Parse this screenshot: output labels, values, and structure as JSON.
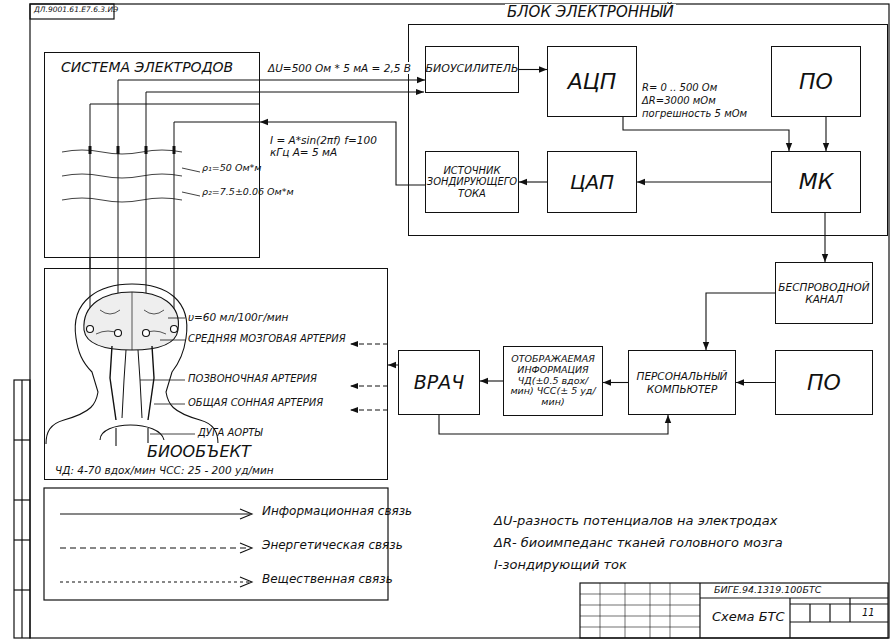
{
  "diagram": {
    "nodes": [
      {
        "text": [
          "БЛОК ЭЛЕКТРОННЫЙ"
        ]
      },
      {
        "text": [
          "БИОУСИЛИТЕЛЬ"
        ],
        "in": 0
      },
      {
        "text": [
          "АЦП"
        ],
        "in": 0
      },
      {
        "text": [
          "ПО"
        ],
        "in": 0
      },
      {
        "text": [
          "ИСТОЧНИК ЗОНДИРУЮЩЕГО ТОКА"
        ],
        "in": 0
      },
      {
        "text": [
          "ЦАП"
        ],
        "in": 0
      },
      {
        "text": [
          "МК"
        ],
        "in": 0
      },
      {
        "text": [
          "СИСТЕМА ЭЛЕКТРОДОВ"
        ]
      },
      {
        "text": [
          "БЕСПРОВОДНОЙ КАНАЛ"
        ]
      },
      {
        "text": [
          "БИООБЪЕКТ",
          "ЧД: 4-70 вдох/мин   ЧСС: 25 - 200 уд/мин"
        ]
      },
      {
        "text": [
          "ВРАЧ"
        ]
      },
      {
        "text": [
          "ОТОБРАЖАЕМАЯ ИНФОРМАЦИЯ ЧД(±0.5 вдох/мин) ЧСС(± 5 уд/мин)"
        ]
      },
      {
        "text": [
          "ПЕРСОНАЛЬНЫЙ КОМПЬЮТЕР"
        ]
      },
      {
        "text": [
          "ПО"
        ]
      }
    ],
    "edges": [
      {
        "from": 1,
        "to": 2,
        "arrow": "to"
      },
      {
        "from": 2,
        "to": 6,
        "arrow": "to"
      },
      {
        "from": 3,
        "to": 6,
        "arrow": "to"
      },
      {
        "from": 6,
        "to": 5,
        "arrow": "to"
      },
      {
        "from": 5,
        "to": 4,
        "arrow": "to"
      },
      {
        "from": 7,
        "to": 1,
        "label": "ΔU=500 Ом * 5 мА = 2,5 В",
        "arrow": "to"
      },
      {
        "from": 4,
        "to": 7,
        "label": "I = A*sin(2πf) f=100 кГц A= 5 мА",
        "arrow": "to"
      },
      {
        "from": 7,
        "to": 9,
        "arrow": "none"
      },
      {
        "from": 6,
        "to": 8,
        "arrow": "to"
      },
      {
        "from": 8,
        "to": 12,
        "arrow": "to"
      },
      {
        "from": 13,
        "to": 12,
        "arrow": "to"
      },
      {
        "from": 12,
        "to": 11,
        "arrow": "to"
      },
      {
        "from": 11,
        "to": 10,
        "arrow": "to"
      },
      {
        "from": 10,
        "to": 9,
        "arrow": "to"
      },
      {
        "from": 10,
        "to": 12,
        "arrow": "to"
      }
    ],
    "labels": [
      "ДЛ.9001.61.Е7.6.3.ИЭ",
      "R= 0 .. 500 Ом",
      "ΔR=3000 мОм",
      "погрешность 5 мОм",
      "ρ₁=50 Ом*м",
      "ρ₂=7.5±0.06 Ом*м",
      "υ=60 мл/100г/мин",
      "СРЕДНЯЯ МОЗГОВАЯ АРТЕРИЯ",
      "ПОЗВОНОЧНАЯ АРТЕРИЯ",
      "ОБЩАЯ СОННАЯ АРТЕРИЯ",
      "ДУГА АОРТЫ",
      "ΔU-разность потенциалов на электродах",
      "ΔR- биоимпеданс тканей головного мозга",
      "I-зондирующий ток",
      "БИГЕ.94.1319.100БТС",
      "Схема БТС",
      "11"
    ],
    "legend": [
      {
        "text": "Информационная связь"
      },
      {
        "text": "Энергетическая связь"
      },
      {
        "text": "Вещественная связь"
      }
    ]
  }
}
